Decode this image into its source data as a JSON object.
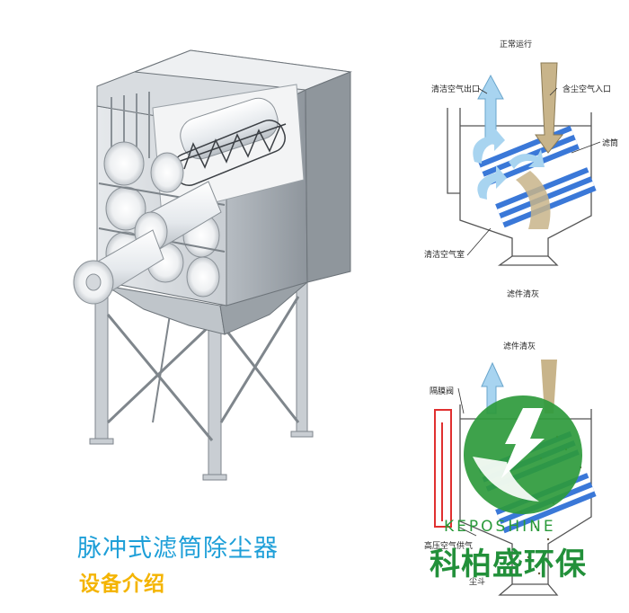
{
  "titles": {
    "main": "脉冲式滤筒除尘器",
    "sub": "设备介绍"
  },
  "top_diagram": {
    "title": "正常运行",
    "clean_air_outlet": "清洁空气出口",
    "dusty_air_inlet": "含尘空气入口",
    "filter_cartridge": "滤筒",
    "clean_air_chamber": "清洁空气室",
    "caption": "滤件清灰"
  },
  "bottom_diagram": {
    "title": "滤件清灰",
    "diaphragm_valve": "隔膜阀",
    "high_pressure_air": "高压空气供气",
    "dust_hopper": "尘斗"
  },
  "brand": {
    "english": "KEPOSHINE",
    "chinese": "科柏盛环保"
  },
  "colors": {
    "title_blue": "#1e9fd8",
    "subtitle_orange": "#f4b400",
    "brand_green": "#22903a",
    "filter_blue": "#3a78d8",
    "airflow_blue": "#a8d4f0",
    "dust_tan": "#c8b48a",
    "pulse_red": "#e03030"
  }
}
